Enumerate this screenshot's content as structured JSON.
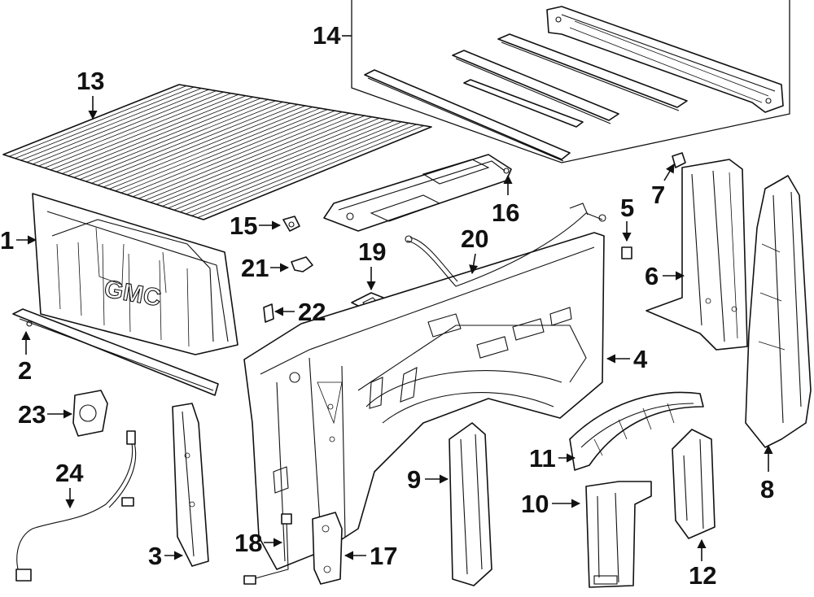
{
  "callouts": [
    {
      "id": "1",
      "text": "1"
    },
    {
      "id": "2",
      "text": "2"
    },
    {
      "id": "3",
      "text": "3"
    },
    {
      "id": "4",
      "text": "4"
    },
    {
      "id": "5",
      "text": "5"
    },
    {
      "id": "6",
      "text": "6"
    },
    {
      "id": "7",
      "text": "7"
    },
    {
      "id": "8",
      "text": "8"
    },
    {
      "id": "9",
      "text": "9"
    },
    {
      "id": "10",
      "text": "10"
    },
    {
      "id": "11",
      "text": "11"
    },
    {
      "id": "12",
      "text": "12"
    },
    {
      "id": "13",
      "text": "13"
    },
    {
      "id": "14",
      "text": "14"
    },
    {
      "id": "15",
      "text": "15"
    },
    {
      "id": "16",
      "text": "16"
    },
    {
      "id": "17",
      "text": "17"
    },
    {
      "id": "18",
      "text": "18"
    },
    {
      "id": "19",
      "text": "19"
    },
    {
      "id": "20",
      "text": "20"
    },
    {
      "id": "21",
      "text": "21"
    },
    {
      "id": "22",
      "text": "22"
    },
    {
      "id": "23",
      "text": "23"
    },
    {
      "id": "24",
      "text": "24"
    }
  ],
  "tailgate_logo": "GMC"
}
